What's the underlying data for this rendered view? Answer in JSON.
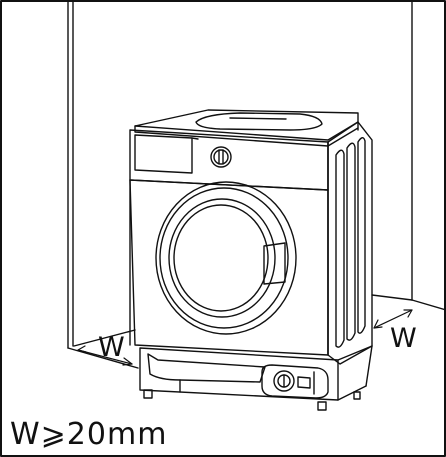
{
  "labels": {
    "left_gap": "W",
    "right_gap": "W",
    "caption": "W⩾20mm"
  },
  "colors": {
    "line": "#111111",
    "background": "#ffffff"
  }
}
